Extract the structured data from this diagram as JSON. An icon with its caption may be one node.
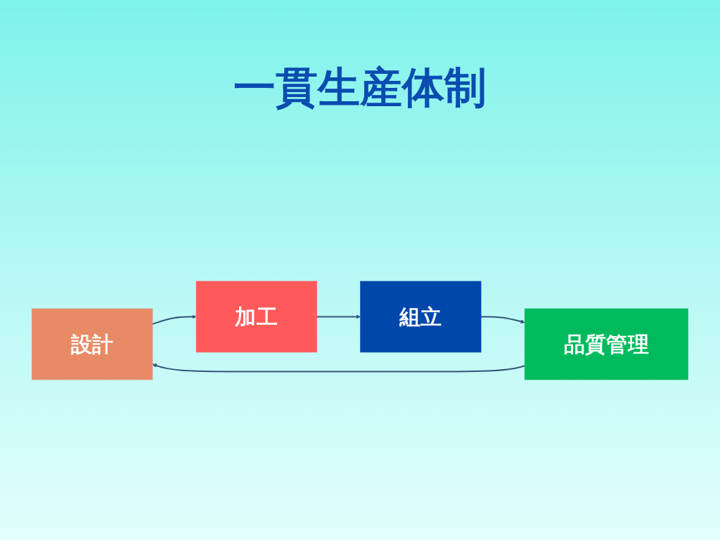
{
  "diagram": {
    "title": "一貫生産体制",
    "nodes": [
      {
        "text": [
          "設計"
        ]
      },
      {
        "text": [
          "加工"
        ]
      },
      {
        "text": [
          "組立"
        ]
      },
      {
        "text": [
          "品質管理"
        ]
      }
    ],
    "edges": [
      {
        "from": 0,
        "to": 1,
        "arrow": "to"
      },
      {
        "from": 1,
        "to": 2,
        "arrow": "to"
      },
      {
        "from": 2,
        "to": 3,
        "arrow": "to"
      },
      {
        "from": 3,
        "to": 0,
        "arrow": "to"
      }
    ]
  }
}
